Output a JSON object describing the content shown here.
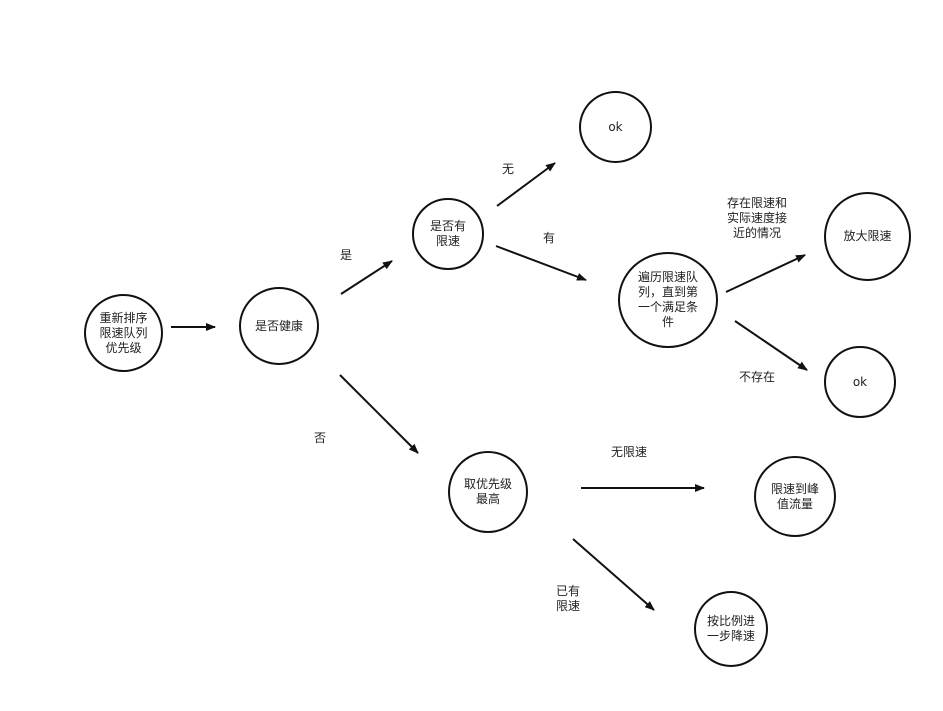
{
  "nodes": {
    "reorder": "重新排序\n限速队列\n优先级",
    "healthy": "是否健康",
    "has_limit": "是否有\n限速",
    "ok_top": "ok",
    "traverse": "遍历限速队\n列，直到第\n一个满足条\n件",
    "enlarge": "放大限速",
    "ok_bottom": "ok",
    "highest_priority": "取优先级\n最高",
    "limit_to_peak": "限速到峰\n值流量",
    "step_down": "按比例进\n一步降速"
  },
  "edge_labels": {
    "yes": "是",
    "no": "否",
    "none": "无",
    "has": "有",
    "exists_close": "存在限速和\n实际速度接\n近的情况",
    "not_exists": "不存在",
    "no_limit": "无限速",
    "already_limited": "已有\n限速"
  }
}
